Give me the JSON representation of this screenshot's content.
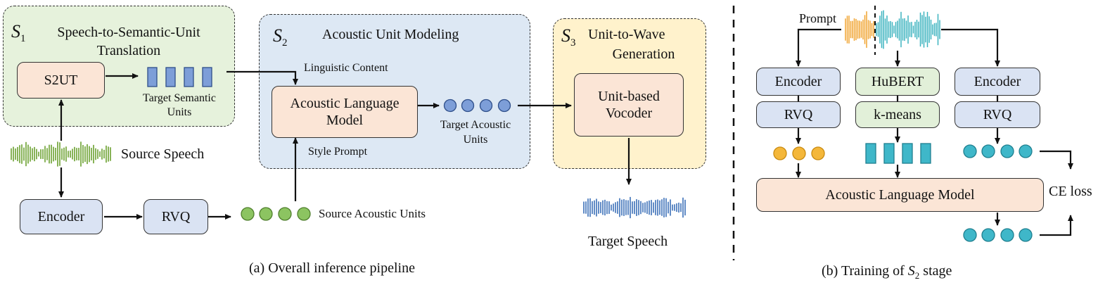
{
  "panel_a": {
    "s1": {
      "tag": "S",
      "sub": "1",
      "title": "Speech-to-Semantic-Unit Translation"
    },
    "s2": {
      "tag": "S",
      "sub": "2",
      "title": "Acoustic Unit Modeling"
    },
    "s3": {
      "tag": "S",
      "sub": "3",
      "title_line1": "Unit-to-Wave",
      "title_line2": "Generation"
    },
    "s2ut_box": "S2UT",
    "target_semantic_units": "Target Semantic Units",
    "source_speech": "Source Speech",
    "encoder_box": "Encoder",
    "rvq_box": "RVQ",
    "source_acoustic_units": "Source Acoustic Units",
    "linguistic_content": "Linguistic Content",
    "style_prompt": "Style Prompt",
    "acoustic_lm_line1": "Acoustic Language",
    "acoustic_lm_line2": "Model",
    "target_acoustic_units_line1": "Target Acoustic",
    "target_acoustic_units_line2": "Units",
    "vocoder_line1": "Unit-based",
    "vocoder_line2": "Vocoder",
    "target_speech": "Target Speech",
    "caption": "(a) Overall inference pipeline"
  },
  "panel_b": {
    "prompt": "Prompt",
    "encoder_left": "Encoder",
    "rvq_left": "RVQ",
    "hubert": "HuBERT",
    "kmeans": "k-means",
    "encoder_right": "Encoder",
    "rvq_right": "RVQ",
    "acoustic_lm": "Acoustic Language Model",
    "ce_loss": "CE loss",
    "caption_pre": "(b) Training of ",
    "caption_s": "S",
    "caption_sub": "2",
    "caption_post": " stage"
  },
  "colors": {
    "green_units": "#8cc461",
    "blue_units": "#7d9ed8",
    "orange_units": "#f4b73a",
    "teal_units": "#3fb7c9",
    "green_wave": "#6aa02f",
    "blue_wave": "#3a6fb7",
    "orange_wave": "#f0a430",
    "teal_wave": "#3cb3bf"
  }
}
